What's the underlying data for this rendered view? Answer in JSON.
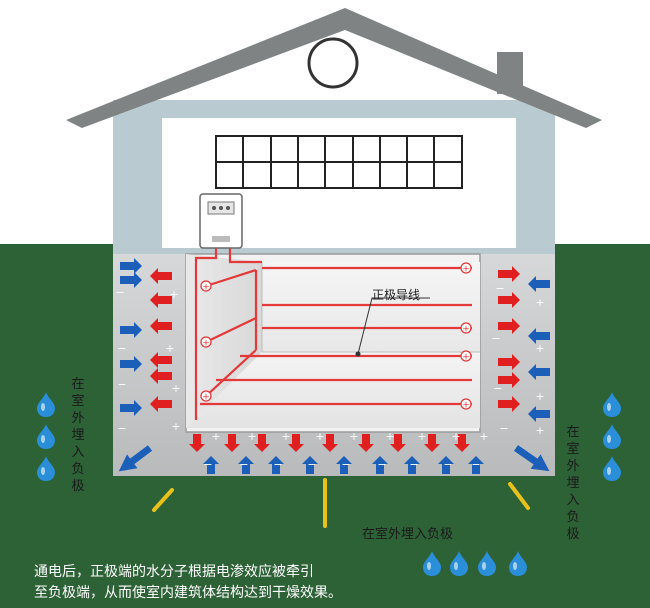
{
  "labels": {
    "positive_wire": "正极导线",
    "left_electrode": "在室外埋入负极",
    "right_electrode": "在室外埋入负极",
    "bottom_electrode": "在室外埋入负极"
  },
  "caption": {
    "line1": "通电后，正极端的水分子根据电渗效应被牵引",
    "line2": "至负极端，从而使室内建筑体结构达到干燥效果。"
  },
  "colors": {
    "ground": "#2d6136",
    "sky": "#ffffff",
    "roof": "#7f8384",
    "house_wall": "#b9cbd1",
    "window_panel": "#ffffff",
    "soil": "#c9cbcc",
    "positive_wire": "#e23a3a",
    "arrow_out": "#e02020",
    "arrow_in": "#1c5fb8",
    "water_drop": "#2a8fd8",
    "electrode": "#e8c21a"
  },
  "icons": {
    "controller": "controller-box-icon",
    "drop": "water-drop-icon",
    "arrow_red": "red-arrow-icon",
    "arrow_blue": "blue-arrow-icon",
    "plus": "plus-sign-icon",
    "minus": "minus-sign-icon"
  },
  "signs": {
    "plus": "+",
    "minus": "−",
    "wire_plus": "+"
  }
}
